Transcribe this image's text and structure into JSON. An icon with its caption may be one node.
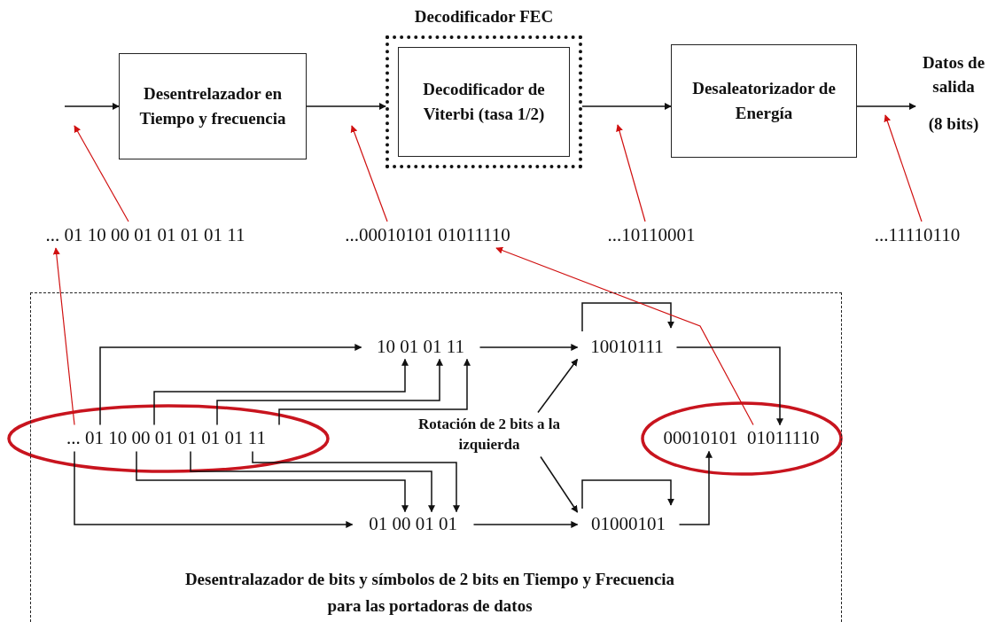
{
  "diagram": {
    "nodes": [
      {
        "text": [
          "Decodificador FEC"
        ]
      },
      {
        "text": [
          "Desentrelazador en Tiempo y frecuencia"
        ]
      },
      {
        "text": [
          "Decodificador de Viterbi (tasa 1/2)"
        ],
        "in": 0
      },
      {
        "text": [
          "Desaleatorizador de Energía"
        ]
      },
      {
        "text": [
          "... 01 10 00 01 01 01 01 11"
        ]
      },
      {
        "text": [
          "...00010101 01011110"
        ]
      },
      {
        "text": [
          "...10110001"
        ]
      },
      {
        "text": [
          "...11110110"
        ]
      },
      {
        "text": [
          "Desentralazador de bits y símbolos de 2 bits en Tiempo y Frecuencia para las portadoras de datos"
        ]
      },
      {
        "text": [
          "... 01 10 00 01 01 01 01 11"
        ],
        "in": 8
      },
      {
        "text": [
          "10 01 01 11"
        ],
        "in": 8
      },
      {
        "text": [
          "01 00 01 01"
        ],
        "in": 8
      },
      {
        "text": [
          "10010111"
        ],
        "in": 8
      },
      {
        "text": [
          "01000101"
        ],
        "in": 8
      },
      {
        "text": [
          "00010101  01011110"
        ],
        "in": 8
      },
      {
        "text": [
          "Rotación de 2 bits a la izquierda"
        ],
        "in": 8
      },
      {
        "text": [
          "Datos de salida",
          "(8 bits)"
        ]
      }
    ],
    "edges": [
      {
        "from": null,
        "to": 1,
        "arrow": "to"
      },
      {
        "from": 1,
        "to": 0,
        "arrow": "to"
      },
      {
        "from": 0,
        "to": 3,
        "arrow": "to"
      },
      {
        "from": 3,
        "to": 16,
        "arrow": "to"
      },
      {
        "from": 4,
        "to": null,
        "arrow": "to",
        "color": "#d01010"
      },
      {
        "from": 5,
        "to": null,
        "arrow": "to",
        "color": "#d01010"
      },
      {
        "from": 6,
        "to": null,
        "arrow": "to",
        "color": "#d01010"
      },
      {
        "from": 7,
        "to": null,
        "arrow": "to",
        "color": "#d01010"
      },
      {
        "from": 9,
        "to": 4,
        "arrow": "to",
        "color": "#d01010"
      },
      {
        "from": 14,
        "to": 5,
        "arrow": "to",
        "color": "#d01010"
      },
      {
        "from": 9,
        "to": 10,
        "arrow": "to"
      },
      {
        "from": 9,
        "to": 10,
        "arrow": "to"
      },
      {
        "from": 9,
        "to": 10,
        "arrow": "to"
      },
      {
        "from": 9,
        "to": 10,
        "arrow": "to"
      },
      {
        "from": 9,
        "to": 11,
        "arrow": "to"
      },
      {
        "from": 9,
        "to": 11,
        "arrow": "to"
      },
      {
        "from": 9,
        "to": 11,
        "arrow": "to"
      },
      {
        "from": 9,
        "to": 11,
        "arrow": "to"
      },
      {
        "from": 10,
        "to": 12,
        "arrow": "to"
      },
      {
        "from": 11,
        "to": 13,
        "arrow": "to"
      },
      {
        "from": 12,
        "to": 14,
        "arrow": "to"
      },
      {
        "from": 13,
        "to": 14,
        "arrow": "to"
      },
      {
        "from": 15,
        "to": 12,
        "arrow": "to"
      },
      {
        "from": 15,
        "to": 13,
        "arrow": "to"
      }
    ]
  }
}
